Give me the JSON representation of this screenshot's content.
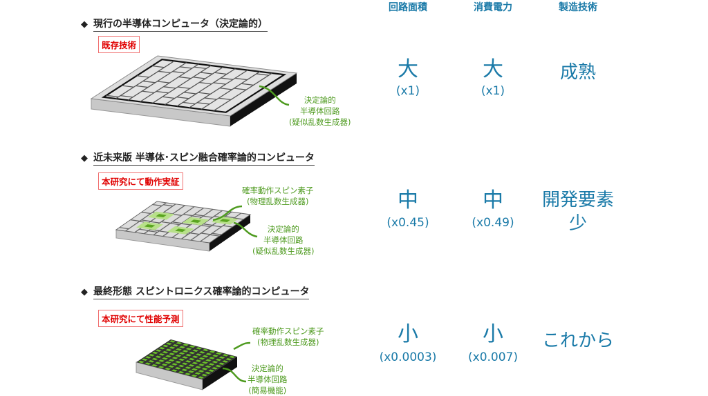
{
  "columns": [
    "回路面積",
    "消費電力",
    "製造技術"
  ],
  "sections": [
    {
      "title": "現行の半導体コンピュータ（決定論的）",
      "tag": "既存技術",
      "labels": {
        "det": [
          "決定論的",
          "半導体回路",
          "(疑似乱数生成器)"
        ]
      },
      "area": {
        "big": "大",
        "ratio": "(x1)"
      },
      "power": {
        "big": "大",
        "ratio": "(x1)"
      },
      "maturity": [
        "成熟"
      ]
    },
    {
      "title": "近未来版 半導体･スピン融合確率論的コンピュータ",
      "tag": "本研究にて動作実証",
      "labels": {
        "spin": [
          "確率動作スピン素子",
          "(物理乱数生成器)"
        ],
        "det": [
          "決定論的",
          "半導体回路",
          "(疑似乱数生成器)"
        ]
      },
      "area": {
        "big": "中",
        "ratio": "(x0.45)"
      },
      "power": {
        "big": "中",
        "ratio": "(x0.49)"
      },
      "maturity": [
        "開発要素",
        "少"
      ]
    },
    {
      "title": "最終形態 スピントロニクス確率論的コンピュータ",
      "tag": "本研究にて性能予測",
      "labels": {
        "spin": [
          "確率動作スピン素子",
          "(物理乱数生成器)"
        ],
        "det": [
          "決定論的",
          "半導体回路",
          "(簡易機能)"
        ]
      },
      "area": {
        "big": "小",
        "ratio": "(x0.0003)"
      },
      "power": {
        "big": "小",
        "ratio": "(x0.007)"
      },
      "maturity": [
        "これから"
      ]
    }
  ],
  "colors": {
    "blue": "#1a7aa8",
    "green": "#4d9a1e",
    "red": "#e00000"
  }
}
